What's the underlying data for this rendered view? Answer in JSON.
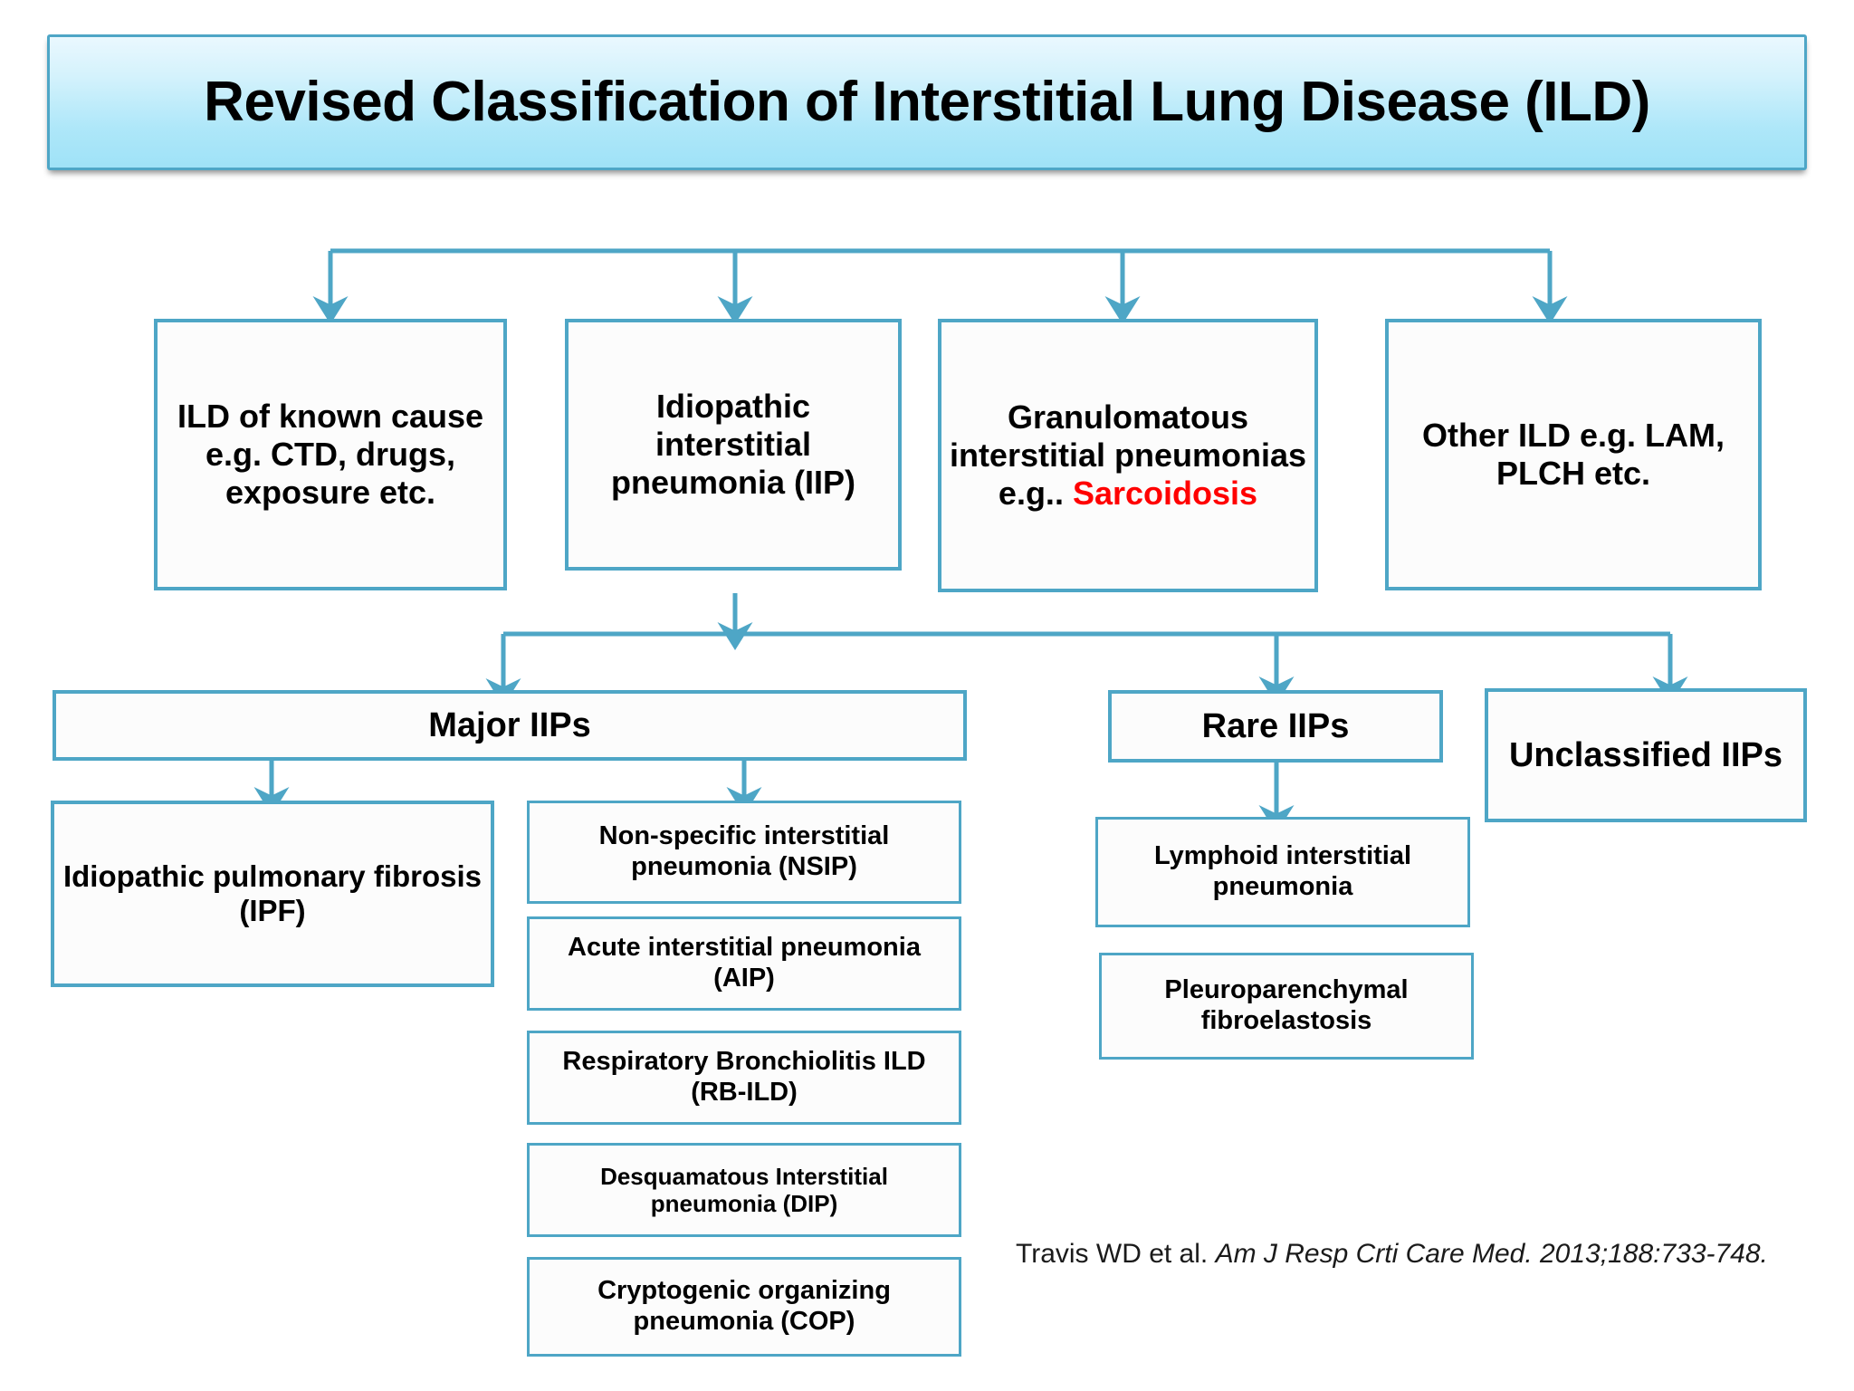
{
  "title": "Revised Classification of Interstitial Lung Disease (ILD)",
  "colors": {
    "border": "#4EA6C6",
    "connector": "#4EA6C6",
    "banner_top": "#EAF8FE",
    "banner_bottom": "#9FE2F7",
    "accent_red": "#FF0000",
    "text": "#000000",
    "box_fill": "#FCFCFC"
  },
  "tier1": [
    {
      "id": "ild-known-cause",
      "label": "ILD of known cause e.g. CTD, drugs, exposure etc."
    },
    {
      "id": "iip",
      "label": "Idiopathic interstitial pneumonia (IIP)"
    },
    {
      "id": "granulomatous",
      "label_prefix": "Granulomatous interstitial pneumonias e.g.",
      "label_accent": "Sarcoidosis",
      "label_punct": "."
    },
    {
      "id": "other-ild",
      "label": "Other ILD e.g. LAM, PLCH etc."
    }
  ],
  "tier2": [
    {
      "id": "major-iips",
      "label": "Major IIPs"
    },
    {
      "id": "rare-iips",
      "label": "Rare IIPs"
    },
    {
      "id": "unclassified-iips",
      "label": "Unclassified IIPs"
    }
  ],
  "major_iips_children": [
    {
      "id": "ipf",
      "label": "Idiopathic pulmonary fibrosis (IPF)"
    },
    {
      "id": "nsip",
      "label": "Non-specific interstitial pneumonia (NSIP)"
    },
    {
      "id": "aip",
      "label": "Acute  interstitial pneumonia (AIP)"
    },
    {
      "id": "rb-ild",
      "label": "Respiratory Bronchiolitis ILD (RB-ILD)"
    },
    {
      "id": "dip",
      "label": "Desquamatous Interstitial pneumonia (DIP)"
    },
    {
      "id": "cop",
      "label": "Cryptogenic organizing pneumonia (COP)"
    }
  ],
  "rare_iips_children": [
    {
      "id": "lip",
      "label": "Lymphoid interstitial pneumonia"
    },
    {
      "id": "ppfe",
      "label": "Pleuroparenchymal fibroelastosis"
    }
  ],
  "citation": {
    "authors": "Travis WD et al. ",
    "journal": "Am J Resp Crti Care Med. 2013;188:733-748."
  }
}
